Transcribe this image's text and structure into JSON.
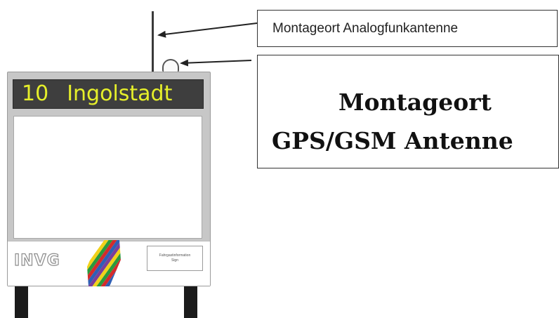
{
  "display": {
    "line_number": "10",
    "destination": "Ingolstadt",
    "logo_text": "INVG",
    "label_box_text": [
      "Fahrgastinformation",
      "Sign"
    ]
  },
  "callouts": {
    "analog_antenna": "Montageort Analogfunkantenne",
    "gps_antenna_line1": "Montageort",
    "gps_antenna_line2": "GPS/GSM Antenne"
  },
  "colors": {
    "matrix_background": "#3e3e3e",
    "matrix_text": "#e6ef2a",
    "housing": "#c7c7c7",
    "legs": "#1b1b1b",
    "stripes": [
      "#f2d21a",
      "#2a9a3c",
      "#d42b2b",
      "#2f5fb5",
      "#7a3f9a",
      "#f2d21a",
      "#2a9a3c",
      "#d42b2b",
      "#2f5fb5"
    ]
  }
}
